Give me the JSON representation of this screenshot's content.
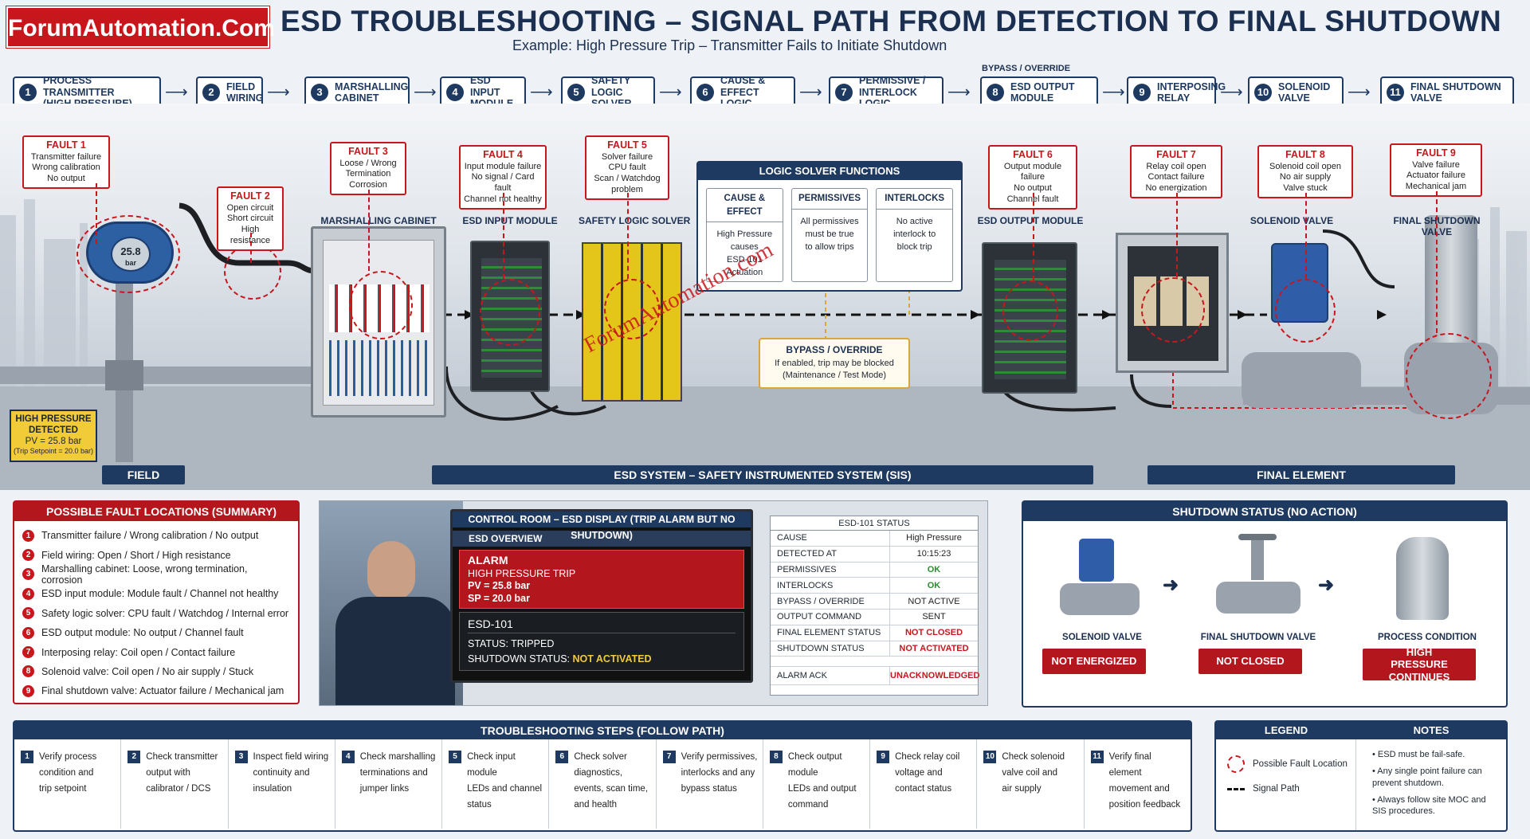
{
  "brand": "ForumAutomation.Com",
  "title": "ESD TROUBLESHOOTING – SIGNAL PATH FROM DETECTION TO FINAL SHUTDOWN",
  "subtitle": "Example: High Pressure Trip – Transmitter Fails to Initiate Shutdown",
  "bypass_top": "BYPASS / OVERRIDE",
  "path_steps": [
    {
      "n": "1",
      "l1": "PROCESS TRANSMITTER",
      "l2": "(HIGH PRESSURE)"
    },
    {
      "n": "2",
      "l1": "FIELD",
      "l2": "WIRING"
    },
    {
      "n": "3",
      "l1": "MARSHALLING",
      "l2": "CABINET"
    },
    {
      "n": "4",
      "l1": "ESD INPUT",
      "l2": "MODULE"
    },
    {
      "n": "5",
      "l1": "SAFETY LOGIC",
      "l2": "SOLVER"
    },
    {
      "n": "6",
      "l1": "CAUSE & EFFECT",
      "l2": "LOGIC"
    },
    {
      "n": "7",
      "l1": "PERMISSIVE /",
      "l2": "INTERLOCK LOGIC"
    },
    {
      "n": "8",
      "l1": "ESD OUTPUT",
      "l2": "MODULE"
    },
    {
      "n": "9",
      "l1": "INTERPOSING",
      "l2": "RELAY"
    },
    {
      "n": "10",
      "l1": "SOLENOID VALVE",
      "l2": ""
    },
    {
      "n": "11",
      "l1": "FINAL SHUTDOWN VALVE",
      "l2": ""
    }
  ],
  "faults": [
    {
      "t": "FAULT 1",
      "l": [
        "Transmitter failure",
        "Wrong calibration",
        "No output"
      ]
    },
    {
      "t": "FAULT 2",
      "l": [
        "Open circuit",
        "Short circuit",
        "High resistance"
      ]
    },
    {
      "t": "FAULT 3",
      "l": [
        "Loose / Wrong",
        "Termination",
        "Corrosion"
      ]
    },
    {
      "t": "FAULT 4",
      "l": [
        "Input module failure",
        "No signal / Card fault",
        "Channel not healthy"
      ]
    },
    {
      "t": "FAULT 5",
      "l": [
        "Solver failure",
        "CPU fault",
        "Scan / Watchdog",
        "problem"
      ]
    },
    {
      "t": "FAULT 6",
      "l": [
        "Output module failure",
        "No output",
        "Channel fault"
      ]
    },
    {
      "t": "FAULT 7",
      "l": [
        "Relay coil open",
        "Contact failure",
        "No energization"
      ]
    },
    {
      "t": "FAULT 8",
      "l": [
        "Solenoid coil open",
        "No air supply",
        "Valve stuck"
      ]
    },
    {
      "t": "FAULT 9",
      "l": [
        "Valve failure",
        "Actuator failure",
        "Mechanical jam"
      ]
    }
  ],
  "captions": {
    "marshalling": "MARSHALLING CABINET",
    "input": "ESD INPUT MODULE",
    "solver": "SAFETY LOGIC SOLVER",
    "output": "ESD OUTPUT MODULE",
    "solenoid": "SOLENOID VALVE",
    "final1": "FINAL SHUTDOWN",
    "final2": "VALVE"
  },
  "gauge": {
    "reading": "25.8",
    "unit": "bar"
  },
  "logic": {
    "title": "LOGIC SOLVER FUNCTIONS",
    "boxes": [
      {
        "h": "CAUSE & EFFECT",
        "l": [
          "High Pressure",
          "causes",
          "ESD-101 Actuation"
        ]
      },
      {
        "h": "PERMISSIVES",
        "l": [
          "All permissives",
          "must be true",
          "to allow trips"
        ]
      },
      {
        "h": "INTERLOCKS",
        "l": [
          "No active",
          "interlock to",
          "block trip"
        ]
      }
    ]
  },
  "bypass_box": {
    "h": "BYPASS / OVERRIDE",
    "l1": "If enabled, trip may be blocked",
    "l2": "(Maintenance / Test Mode)"
  },
  "watermark": "ForumAutomation.com",
  "hp_badge": {
    "l1": "HIGH PRESSURE",
    "l2": "DETECTED",
    "l3": "PV = 25.8 bar",
    "l4": "(Trip Setpoint = 20.0 bar)"
  },
  "bands": {
    "field": "FIELD",
    "sis": "ESD SYSTEM – SAFETY INSTRUMENTED SYSTEM (SIS)",
    "final": "FINAL ELEMENT"
  },
  "fault_summary": {
    "title": "POSSIBLE FAULT LOCATIONS (SUMMARY)",
    "items": [
      "Transmitter failure / Wrong calibration / No output",
      "Field wiring: Open / Short / High resistance",
      "Marshalling cabinet: Loose, wrong termination, corrosion",
      "ESD input module: Module fault / Channel not healthy",
      "Safety logic solver: CPU fault / Watchdog / Internal error",
      "ESD output module: No output / Channel fault",
      "Interposing relay: Coil open / Contact failure",
      "Solenoid valve: Coil open / No air supply / Stuck",
      "Final shutdown valve: Actuator failure / Mechanical jam"
    ]
  },
  "control_room": {
    "title": "CONTROL ROOM – ESD DISPLAY (TRIP ALARM BUT NO SHUTDOWN)",
    "overview": "ESD OVERVIEW",
    "alarm": "ALARM",
    "alarm_l1": "HIGH PRESSURE TRIP",
    "alarm_l2": "PV = 25.8 bar",
    "alarm_l3": "SP = 20.0 bar",
    "tag": "ESD-101",
    "status": "STATUS: TRIPPED",
    "sd_label": "SHUTDOWN STATUS:",
    "sd_value": "NOT ACTIVATED"
  },
  "status_table": {
    "title": "ESD-101 STATUS",
    "rows": [
      {
        "k": "CAUSE",
        "v": "High Pressure",
        "c": "#222222"
      },
      {
        "k": "DETECTED AT",
        "v": "10:15:23",
        "c": "#222222"
      },
      {
        "k": "PERMISSIVES",
        "v": "OK",
        "c": "#2e8b2e"
      },
      {
        "k": "INTERLOCKS",
        "v": "OK",
        "c": "#2e8b2e"
      },
      {
        "k": "BYPASS / OVERRIDE",
        "v": "NOT ACTIVE",
        "c": "#222222"
      },
      {
        "k": "OUTPUT COMMAND",
        "v": "SENT",
        "c": "#222222"
      },
      {
        "k": "FINAL ELEMENT STATUS",
        "v": "NOT CLOSED",
        "c": "#c8161d"
      },
      {
        "k": "SHUTDOWN STATUS",
        "v": "NOT ACTIVATED",
        "c": "#c8161d"
      }
    ],
    "ack_k": "ALARM ACK",
    "ack_v": "UNACKNOWLEDGED"
  },
  "shutdown_status": {
    "title": "SHUTDOWN STATUS (NO ACTION)",
    "items": [
      {
        "label": "SOLENOID VALVE",
        "state": "NOT ENERGIZED"
      },
      {
        "label": "FINAL SHUTDOWN VALVE",
        "state": "NOT CLOSED"
      },
      {
        "label": "PROCESS CONDITION",
        "state": "HIGH PRESSURE CONTINUES"
      }
    ]
  },
  "troubleshooting": {
    "title": "TROUBLESHOOTING STEPS (FOLLOW PATH)",
    "steps": [
      {
        "n": "1",
        "t": [
          "Verify process",
          "condition and",
          "trip setpoint"
        ]
      },
      {
        "n": "2",
        "t": [
          "Check transmitter",
          "output with",
          "calibrator / DCS"
        ]
      },
      {
        "n": "3",
        "t": [
          "Inspect field wiring",
          "continuity and",
          "insulation"
        ]
      },
      {
        "n": "4",
        "t": [
          "Check marshalling",
          "terminations and",
          "jumper links"
        ]
      },
      {
        "n": "5",
        "t": [
          "Check input module",
          "LEDs and channel",
          "status"
        ]
      },
      {
        "n": "6",
        "t": [
          "Check solver diagnostics,",
          "events, scan time,",
          "and health"
        ]
      },
      {
        "n": "7",
        "t": [
          "Verify permissives,",
          "interlocks and any",
          "bypass status"
        ]
      },
      {
        "n": "8",
        "t": [
          "Check output module",
          "LEDs and output",
          "command"
        ]
      },
      {
        "n": "9",
        "t": [
          "Check relay coil",
          "voltage and",
          "contact status"
        ]
      },
      {
        "n": "10",
        "t": [
          "Check solenoid",
          "valve coil and",
          "air supply"
        ]
      },
      {
        "n": "11",
        "t": [
          "Verify final element",
          "movement and",
          "position feedback"
        ]
      }
    ]
  },
  "legend": {
    "title": "LEGEND",
    "fault_loc": "Possible Fault Location",
    "signal": "Signal Path"
  },
  "notes": {
    "title": "NOTES",
    "items": [
      "• ESD must be fail-safe.",
      "• Any single point failure can prevent shutdown.",
      "• Always follow site MOC and SIS procedures."
    ]
  }
}
